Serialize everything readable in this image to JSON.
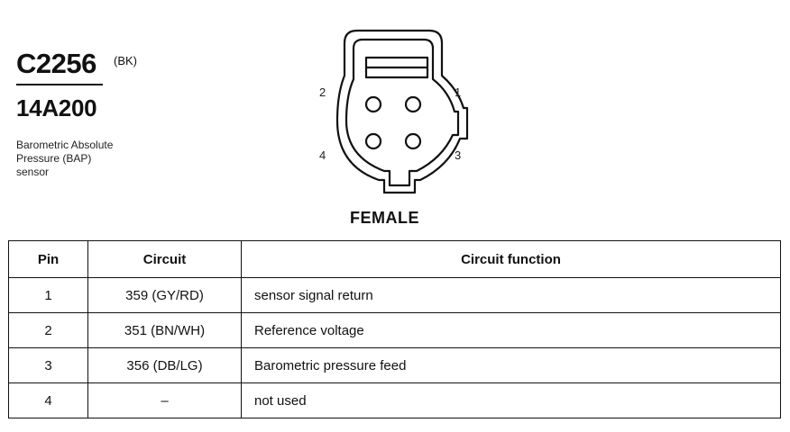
{
  "connector": {
    "id": "C2256",
    "color_code": "(BK)",
    "part_number": "14A200",
    "description_lines": [
      "Barometric Absolute",
      "Pressure (BAP)",
      "sensor"
    ],
    "gender": "FEMALE"
  },
  "pin_labels": {
    "p1": "1",
    "p2": "2",
    "p3": "3",
    "p4": "4"
  },
  "table": {
    "headers": {
      "pin": "Pin",
      "circuit": "Circuit",
      "function": "Circuit function"
    },
    "rows": [
      {
        "pin": "1",
        "circuit": "359 (GY/RD)",
        "function": "sensor signal return"
      },
      {
        "pin": "2",
        "circuit": "351 (BN/WH)",
        "function": "Reference voltage"
      },
      {
        "pin": "3",
        "circuit": "356 (DB/LG)",
        "function": "Barometric pressure feed"
      },
      {
        "pin": "4",
        "circuit": "–",
        "function": "not used"
      }
    ]
  }
}
